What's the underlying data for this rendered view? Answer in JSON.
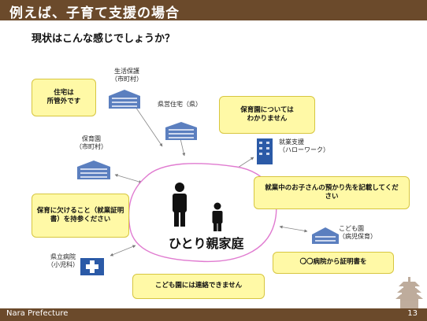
{
  "slide": {
    "title": "例えば、子育て支援の場合",
    "subtitle": "現状はこんな感じでしょうか？",
    "footer": "Nara Prefecture",
    "page_number": "13"
  },
  "center": {
    "label": "ひとり親家庭"
  },
  "agencies": {
    "seikatsu_hogo": [
      "生活保護",
      "（市町村）"
    ],
    "kenei_jutaku": "県営住宅（県）",
    "hoikuen": [
      "保育園",
      "（市町村）"
    ],
    "shugyo_shien": [
      "就業支援",
      "（ハローワーク）"
    ],
    "kodomoen": [
      "こども園",
      "（病児保育）"
    ],
    "kenritsu_byoin": [
      "県立病院",
      "（小児科）"
    ]
  },
  "callouts": {
    "housing": [
      "住宅は",
      "所管外です"
    ],
    "hoikuen_info": [
      "保育園については",
      "わかりません"
    ],
    "hoiku_lacking": [
      "保育に欠けること（就業証明",
      "書）を持参ください"
    ],
    "employment": [
      "就業中のお子さんの預かり先を記載してくだ",
      "さい"
    ],
    "certificate": "〇〇病院から証明書を",
    "kodomoen_contact": "こども園には連絡できません"
  },
  "colors": {
    "header_bar": "#6b4a2b",
    "callout_fill": "#fff9a6",
    "blob_border": "#e07bd0",
    "building_blue": "#5b7fbf"
  }
}
